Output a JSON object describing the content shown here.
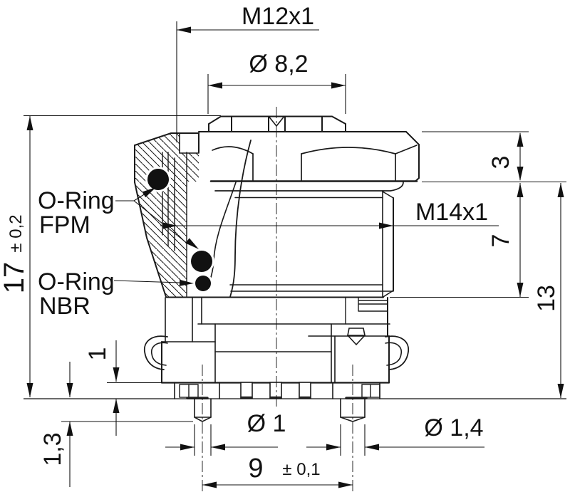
{
  "drawing": {
    "background": "#ffffff",
    "line_color": "#1a1a1a"
  },
  "dimensions": {
    "top_thread": "M12x1",
    "top_diameter": "Ø 8,2",
    "nut_height": "3",
    "mount_thread": "M14x1",
    "thread_length": "7",
    "below_flange_height": "13",
    "overall_height": "17",
    "overall_height_tolerance": "± 0,2",
    "standoff": "1",
    "pin_protrusion": "1,3",
    "pin_diameter": "Ø 1",
    "peg_diameter": "Ø 1,4",
    "pin_spacing": "9",
    "pin_spacing_tolerance": "± 0,1"
  },
  "callouts": {
    "oring_fpm_line1": "O-Ring",
    "oring_fpm_line2": "FPM",
    "oring_nbr_line1": "O-Ring",
    "oring_nbr_line2": "NBR"
  }
}
